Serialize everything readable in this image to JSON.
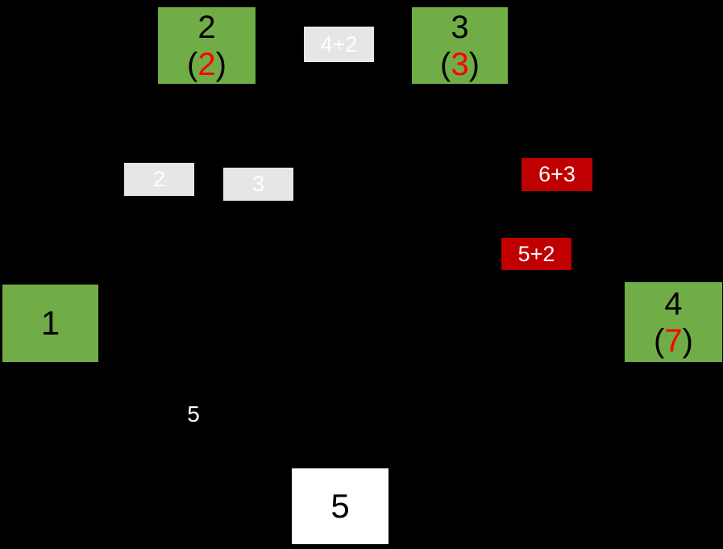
{
  "diagram": {
    "background_color": "#000000",
    "colors": {
      "visited_node_green": "#70AD47",
      "unvisited_node_white": "#FFFFFF",
      "weight_label_gray": "#E7E6E6",
      "rejected_label_red": "#C00000",
      "cost_highlight_red": "#FF0000",
      "node_text_black": "#000000",
      "label_text_white": "#FFFFFF"
    },
    "nodes": {
      "n1": {
        "label": "1",
        "fill": "green"
      },
      "n2": {
        "label": "2",
        "cost_open": "(",
        "cost_value": "2",
        "cost_close": ")",
        "fill": "green"
      },
      "n3": {
        "label": "3",
        "cost_open": "(",
        "cost_value": "3",
        "cost_close": ")",
        "fill": "green"
      },
      "n4": {
        "label": "4",
        "cost_open": "(",
        "cost_value": "7",
        "cost_close": ")",
        "fill": "green"
      },
      "n5": {
        "label": "5",
        "fill": "white"
      }
    },
    "edge_labels": {
      "weight_1_2": {
        "text": "2",
        "style": "gray"
      },
      "weight_2_5": {
        "text": "3",
        "style": "gray"
      },
      "weight_1_5": {
        "text": "5",
        "style": "plain-white"
      },
      "calc_2_3": {
        "text": "4+2",
        "style": "gray"
      },
      "calc_3_4": {
        "text": "6+3",
        "style": "red"
      },
      "calc_5_4": {
        "text": "5+2",
        "style": "red"
      }
    }
  }
}
